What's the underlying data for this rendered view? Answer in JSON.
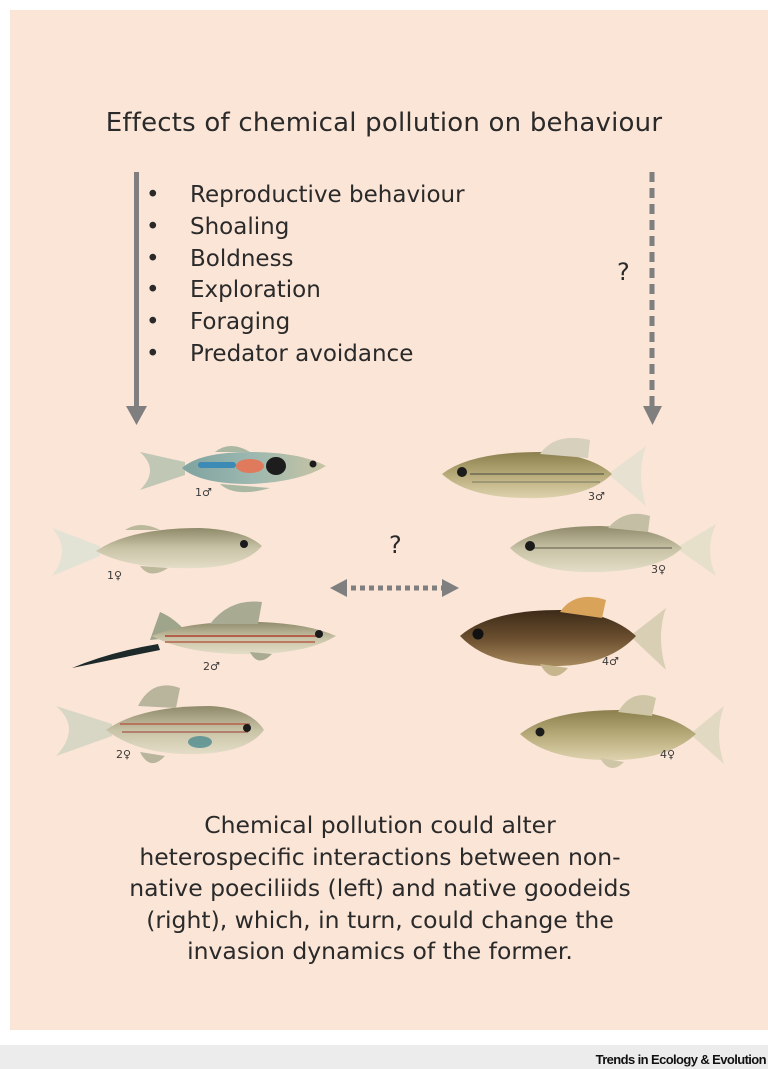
{
  "title": "Effects of chemical pollution on behaviour",
  "bullets": [
    "Reproductive behaviour",
    "Shoaling",
    "Boldness",
    "Exploration",
    "Foraging",
    "Predator avoidance"
  ],
  "question_marks": {
    "right": "?",
    "center": "?"
  },
  "fish": {
    "poeciliids": [
      {
        "label": "1♂"
      },
      {
        "label": "1♀"
      },
      {
        "label": "2♂"
      },
      {
        "label": "2♀"
      }
    ],
    "goodeids": [
      {
        "label": "3♂"
      },
      {
        "label": "3♀"
      },
      {
        "label": "4♂"
      },
      {
        "label": "4♀"
      }
    ]
  },
  "caption": [
    "Chemical pollution could alter",
    "heterospecific interactions between non-",
    "native poeciliids (left) and native goodeids",
    "(right), which, in turn, could change the",
    "invasion dynamics of the former."
  ],
  "footer": "Trends in Ecology & Evolution",
  "colors": {
    "panel": "#fbe5d7",
    "arrow": "#7f7f7f",
    "text": "#2a2a2a"
  }
}
